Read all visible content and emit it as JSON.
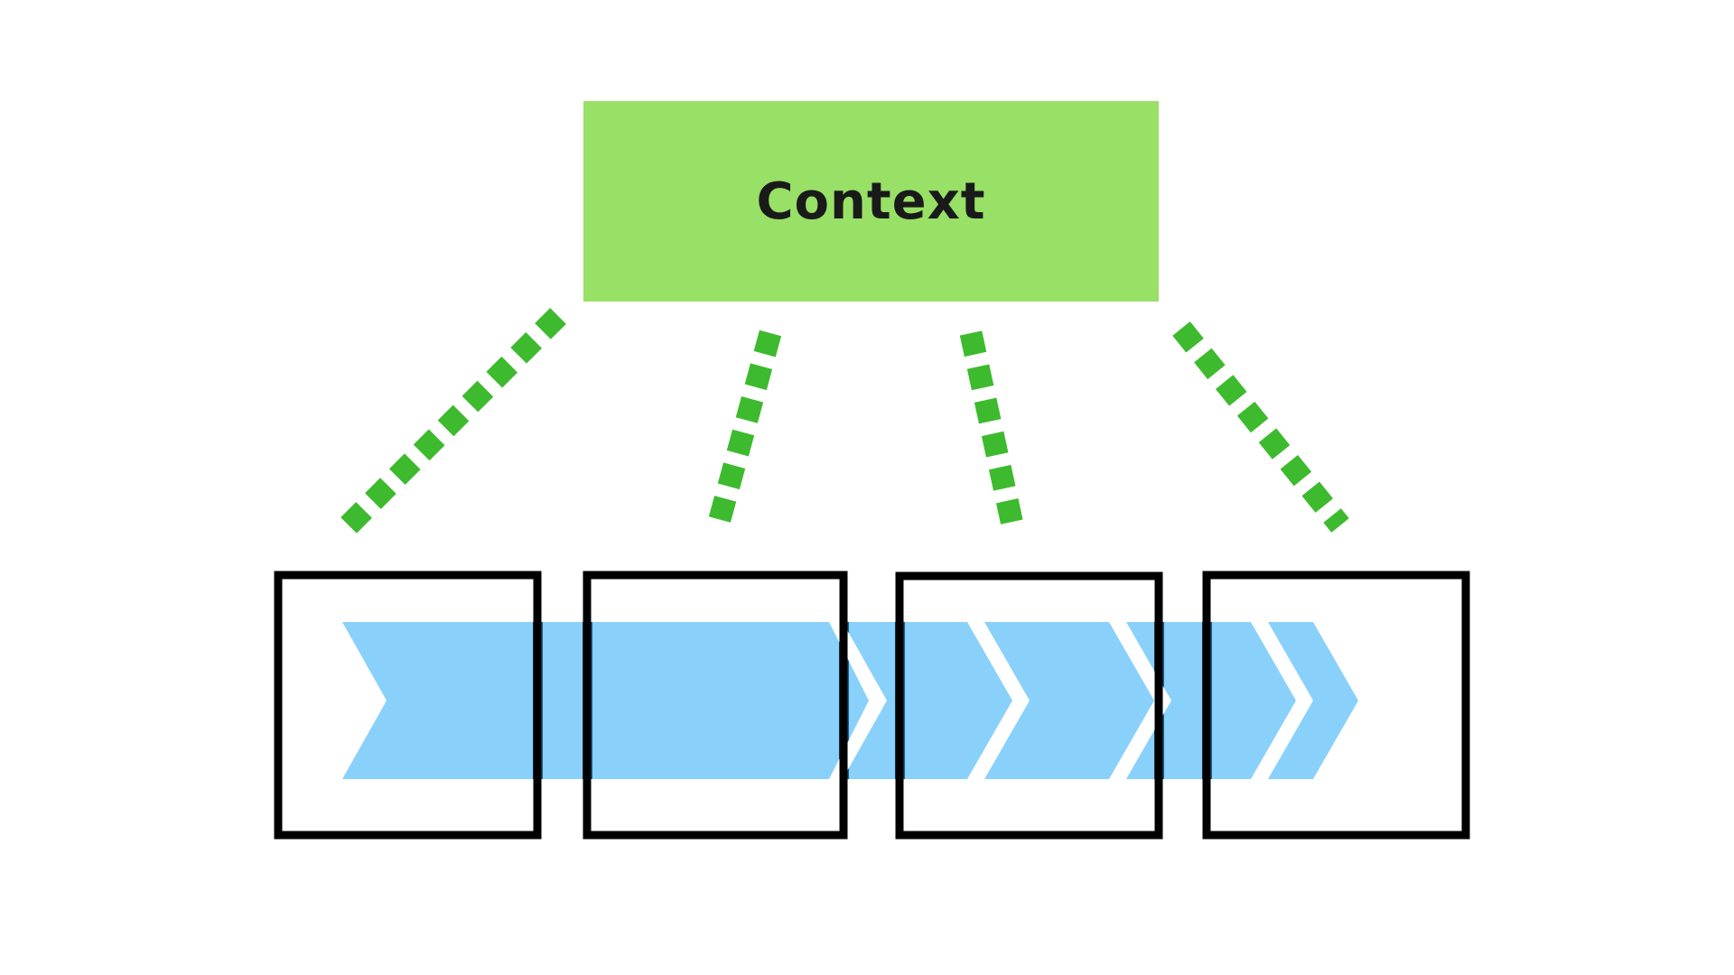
{
  "context": {
    "label": "Context"
  },
  "colors": {
    "context_fill": "#98e066",
    "connector": "#3dba2e",
    "frame_stroke": "#000000",
    "flow_fill": "#89d1fb",
    "flow_overlap": "#1b5e86",
    "background": "#ffffff"
  },
  "icons": {
    "connectors": "dashed-line",
    "frames": "square-outline",
    "flow": "chevron-arrow"
  }
}
